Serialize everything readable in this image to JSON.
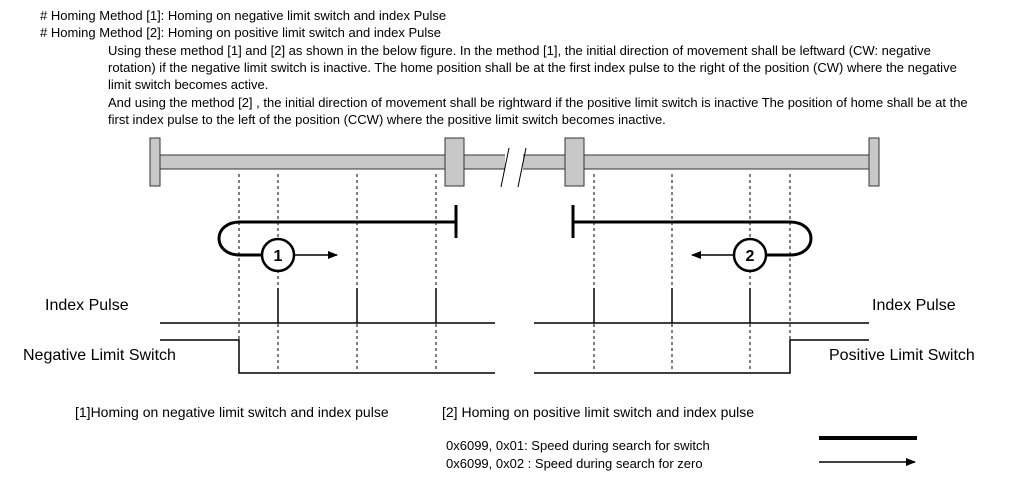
{
  "header": {
    "line1": "# Homing Method [1]: Homing on negative limit switch and index Pulse",
    "line2": "# Homing Method [2]: Homing on positive limit switch and index Pulse",
    "para1": "Using these method [1] and [2] as shown in the below figure. In the method [1], the initial direction of movement shall be leftward (CW: negative rotation) if the negative limit switch is inactive. The home position shall be at the first index pulse to the right of the position (CW) where the negative limit switch becomes active.",
    "para2": "And using the method [2] , the initial direction of movement shall be rightward if the positive limit switch is inactive The position of home shall be at the first index pulse to the left of the position (CCW) where the positive limit switch becomes inactive."
  },
  "diagram": {
    "method1_number": "1",
    "method2_number": "2",
    "index_pulse_left": "Index Pulse",
    "index_pulse_right": "Index Pulse",
    "negative_limit_switch": "Negative Limit Switch",
    "positive_limit_switch": "Positive Limit Switch"
  },
  "captions": {
    "method1": "[1]Homing on negative limit switch and index pulse",
    "method2": "[2] Homing on positive limit switch and index pulse"
  },
  "legend": {
    "switch_speed": "0x6099, 0x01: Speed during search for switch",
    "zero_speed": "0x6099, 0x02 : Speed during search for zero"
  },
  "colors": {
    "rail": "#c8c8c8",
    "line": "#000000"
  }
}
